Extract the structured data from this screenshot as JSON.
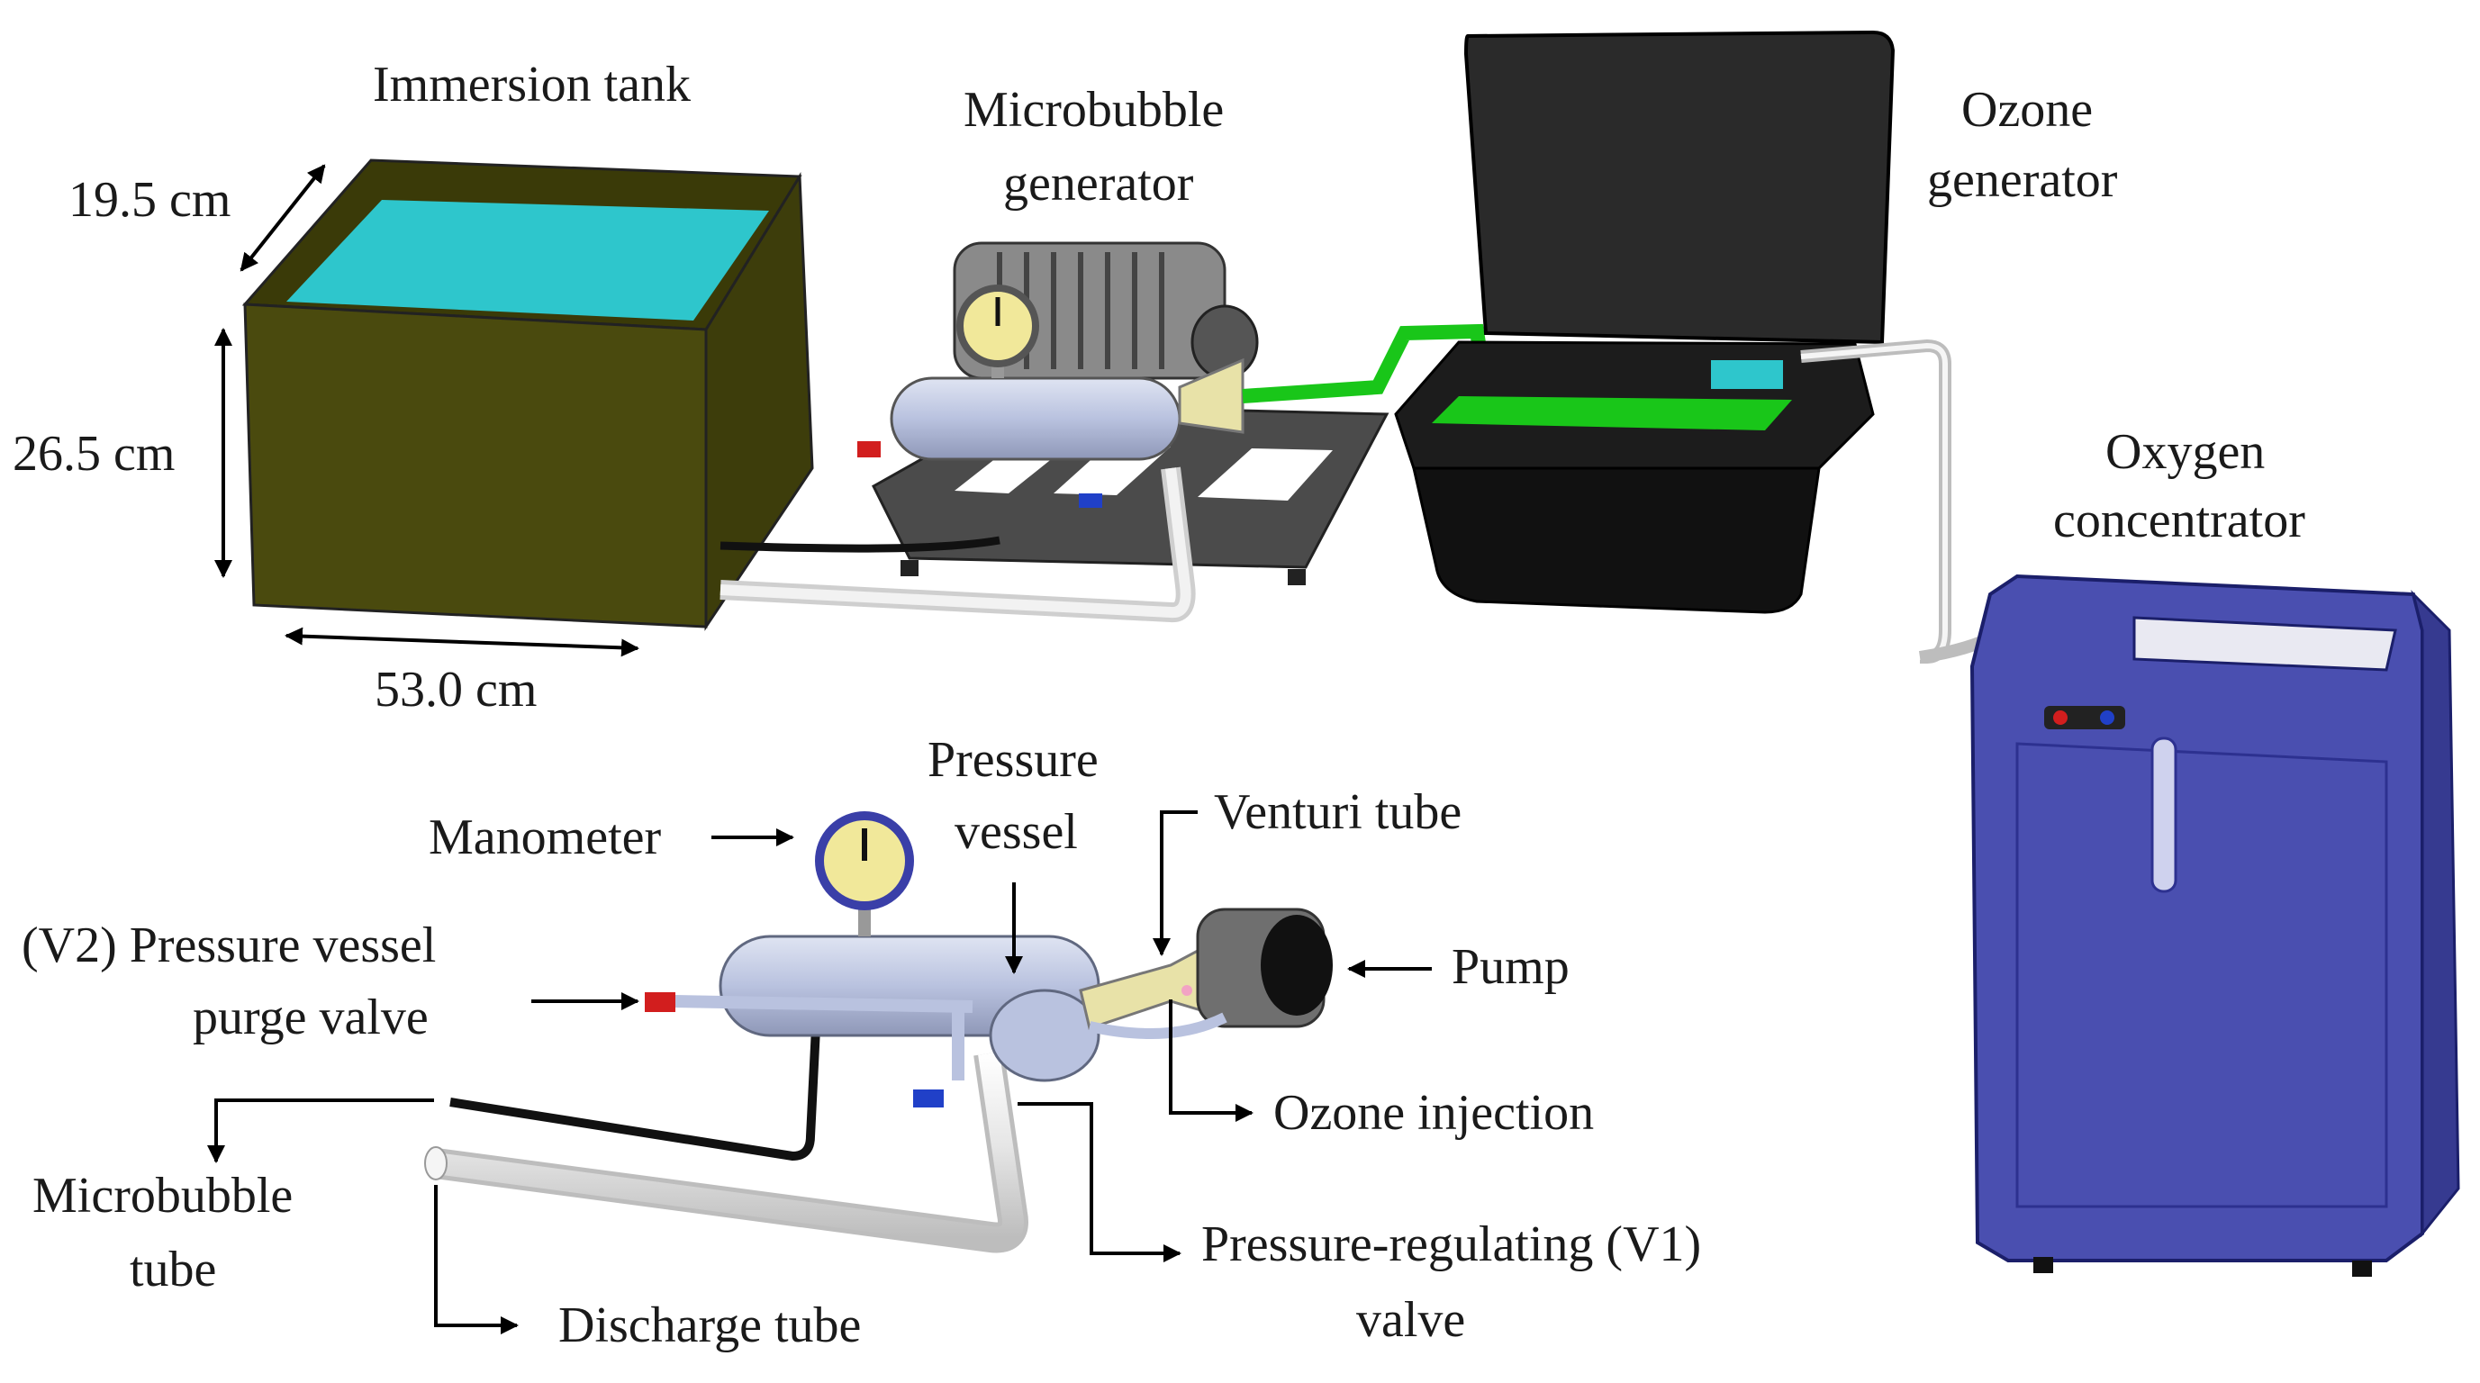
{
  "labels": {
    "immersion_tank": "Immersion tank",
    "microbubble_generator": [
      "Microbubble",
      "generator"
    ],
    "ozone_generator": [
      "Ozone",
      "generator"
    ],
    "oxygen_concentrator": [
      "Oxygen",
      "concentrator"
    ],
    "dim_depth": "19.5 cm",
    "dim_height": "26.5 cm",
    "dim_width": "53.0 cm",
    "manometer": "Manometer",
    "pressure_vessel": [
      "Pressure",
      "vessel"
    ],
    "venturi_tube": "Venturi tube",
    "pump": "Pump",
    "purge_valve": [
      "(V2) Pressure vessel",
      "purge valve"
    ],
    "ozone_injection": "Ozone injection",
    "microbubble_tube": [
      "Microbubble",
      "tube"
    ],
    "discharge_tube": "Discharge tube",
    "pressure_regulating_valve": [
      "Pressure-regulating (V1)",
      "valve"
    ]
  },
  "colors": {
    "tank_body": "#4a4a0e",
    "water": "#2ec6cc",
    "oxygen_concentrator": "#4a4fb0",
    "ozone_generator": "#1c1c1c",
    "ozone_tube": "#19c619",
    "venturi": "#e8e2a8",
    "manometer_face": "#f1e89a",
    "manometer_ring": "#3a3fa8",
    "vessel": "#b9c2df",
    "purge_valve": "#d21e1e",
    "regulating_valve": "#2040c8"
  }
}
